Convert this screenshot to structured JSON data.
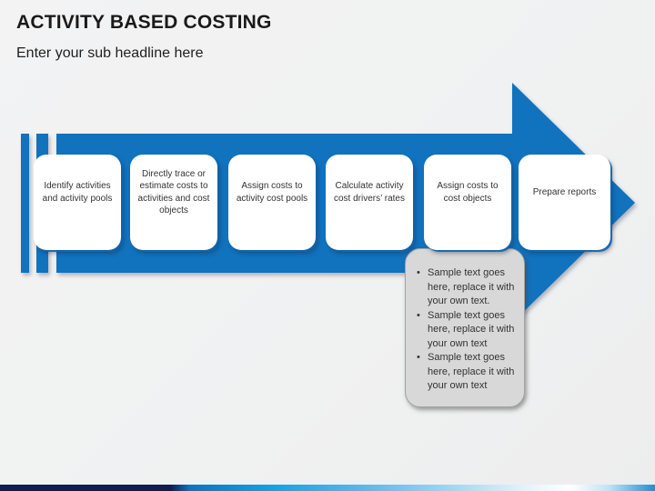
{
  "slide": {
    "title": "ACTIVITY BASED COSTING",
    "subtitle": "Enter your sub headline here"
  },
  "process": {
    "steps": [
      "Identify activities and activity pools",
      "Directly trace or estimate costs to activities and cost objects",
      "Assign costs to activity cost pools",
      "Calculate activity cost drivers’ rates",
      "Assign costs to cost objects",
      "Prepare reports"
    ]
  },
  "callout": {
    "bullets": [
      "Sample text goes here, replace it with your own text.",
      "Sample text goes here, replace it with your own text",
      "Sample text goes here, replace it with your own text"
    ]
  },
  "colors": {
    "arrow_blue": "#1172be",
    "callout_gray": "#d8d8d8",
    "footer_navy": "#101d4d",
    "footer_blue": "#18a2e2",
    "text_dark": "#333333",
    "title_color": "#1a1a1a"
  }
}
